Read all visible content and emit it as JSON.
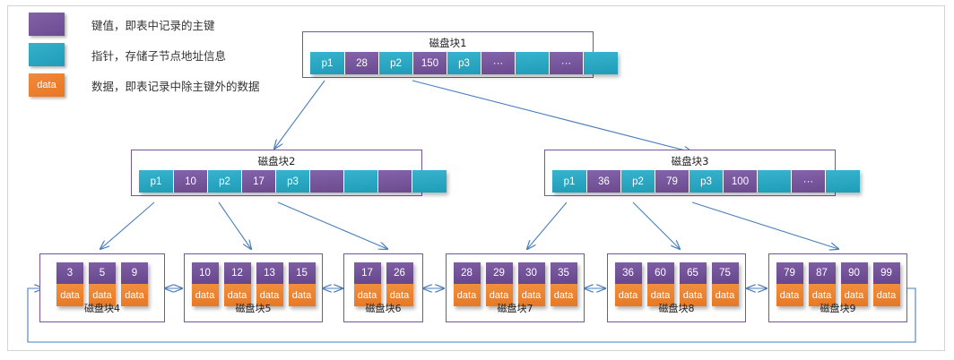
{
  "legend": {
    "items": [
      {
        "swatch": "key-color-swatch",
        "label": "",
        "text": "键值，即表中记录的主键"
      },
      {
        "swatch": "pointer-color-swatch",
        "label": "",
        "text": "指针，存储子节点地址信息"
      },
      {
        "swatch": "data-color-swatch",
        "label": "data",
        "text": "数据，即表记录中除主键外的数据"
      }
    ]
  },
  "colors": {
    "key_purple": "#7B539C",
    "pointer_teal": "#2BA9C4",
    "data_orange": "#ED7D31",
    "arrow_blue": "#4A7EBB",
    "frame_gray": "#D4D4D4"
  },
  "internal_nodes": [
    {
      "title": "磁盘块1",
      "cells": [
        {
          "type": "pointer",
          "text": "p1"
        },
        {
          "type": "key",
          "text": "28"
        },
        {
          "type": "pointer",
          "text": "p2"
        },
        {
          "type": "key",
          "text": "150"
        },
        {
          "type": "pointer",
          "text": "p3"
        },
        {
          "type": "key",
          "text": "···"
        },
        {
          "type": "pointer",
          "text": ""
        },
        {
          "type": "key",
          "text": "···"
        },
        {
          "type": "pointer",
          "text": ""
        }
      ]
    },
    {
      "title": "磁盘块2",
      "cells": [
        {
          "type": "pointer",
          "text": "p1"
        },
        {
          "type": "key",
          "text": "10"
        },
        {
          "type": "pointer",
          "text": "p2"
        },
        {
          "type": "key",
          "text": "17"
        },
        {
          "type": "pointer",
          "text": "p3"
        },
        {
          "type": "key",
          "text": ""
        },
        {
          "type": "pointer",
          "text": ""
        },
        {
          "type": "key",
          "text": ""
        },
        {
          "type": "pointer",
          "text": ""
        }
      ]
    },
    {
      "title": "磁盘块3",
      "cells": [
        {
          "type": "pointer",
          "text": "p1"
        },
        {
          "type": "key",
          "text": "36"
        },
        {
          "type": "pointer",
          "text": "p2"
        },
        {
          "type": "key",
          "text": "79"
        },
        {
          "type": "pointer",
          "text": "p3"
        },
        {
          "type": "key",
          "text": "100"
        },
        {
          "type": "pointer",
          "text": ""
        },
        {
          "type": "key",
          "text": "···"
        },
        {
          "type": "pointer",
          "text": ""
        }
      ]
    }
  ],
  "leaf_nodes": [
    {
      "title": "磁盘块4",
      "keys": [
        "3",
        "5",
        "9"
      ],
      "data_label": "data"
    },
    {
      "title": "磁盘块5",
      "keys": [
        "10",
        "12",
        "13",
        "15"
      ],
      "data_label": "data"
    },
    {
      "title": "磁盘块6",
      "keys": [
        "17",
        "26"
      ],
      "data_label": "data"
    },
    {
      "title": "磁盘块7",
      "keys": [
        "28",
        "29",
        "30",
        "35"
      ],
      "data_label": "data"
    },
    {
      "title": "磁盘块8",
      "keys": [
        "36",
        "60",
        "65",
        "75"
      ],
      "data_label": "data"
    },
    {
      "title": "磁盘块9",
      "keys": [
        "79",
        "87",
        "90",
        "99"
      ],
      "data_label": "data"
    }
  ]
}
